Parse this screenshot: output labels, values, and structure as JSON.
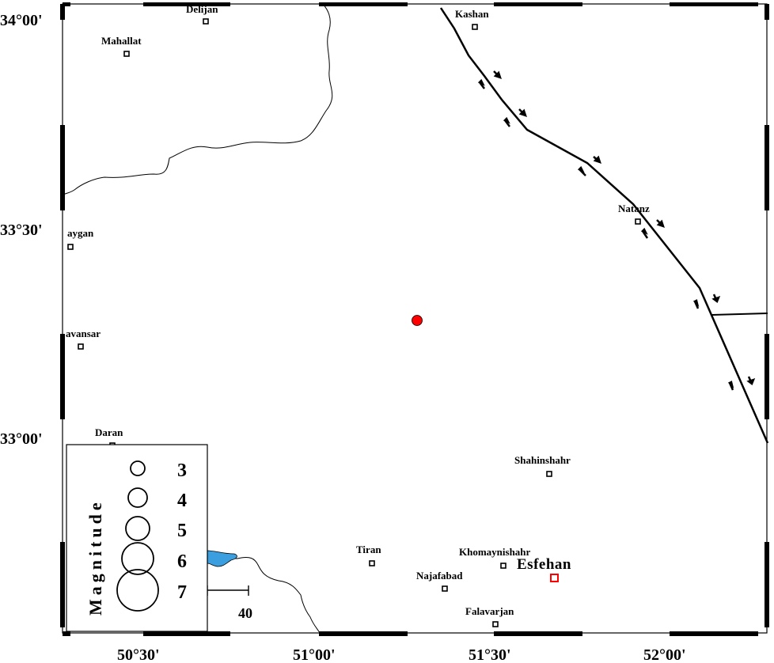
{
  "map": {
    "axis_labels": {
      "lat_34_00": "34°00'",
      "lat_33_30": "33°30'",
      "lat_33_00": "33°00'",
      "lon_50_30": "50°30'",
      "lon_51_00": "51°00'",
      "lon_51_30": "51°30'",
      "lon_52_00": "52°00'"
    },
    "cities": {
      "delijan": "Delijan",
      "kashan": "Kashan",
      "mahallat": "Mahallat",
      "golpaygan": "aygan",
      "khansar": "avansar",
      "natanz": "Natanz",
      "daran": "Daran",
      "shahinshahr": "Shahinshahr",
      "tiran": "Tiran",
      "khomaynishahr": "Khomaynishahr",
      "najafabad": "Najafabad",
      "falavarjan": "Falavarjan",
      "esfehan": "Esfehan"
    },
    "legend": {
      "title": "Magnitude",
      "values": [
        "3",
        "4",
        "5",
        "6",
        "7"
      ]
    },
    "scale_bar": {
      "label": "40"
    },
    "colors": {
      "epicenter": "#ff0000",
      "capital_marker": "#ff0000",
      "water": "#3b9ede",
      "fault": "#000000",
      "frame": "#000000"
    }
  }
}
